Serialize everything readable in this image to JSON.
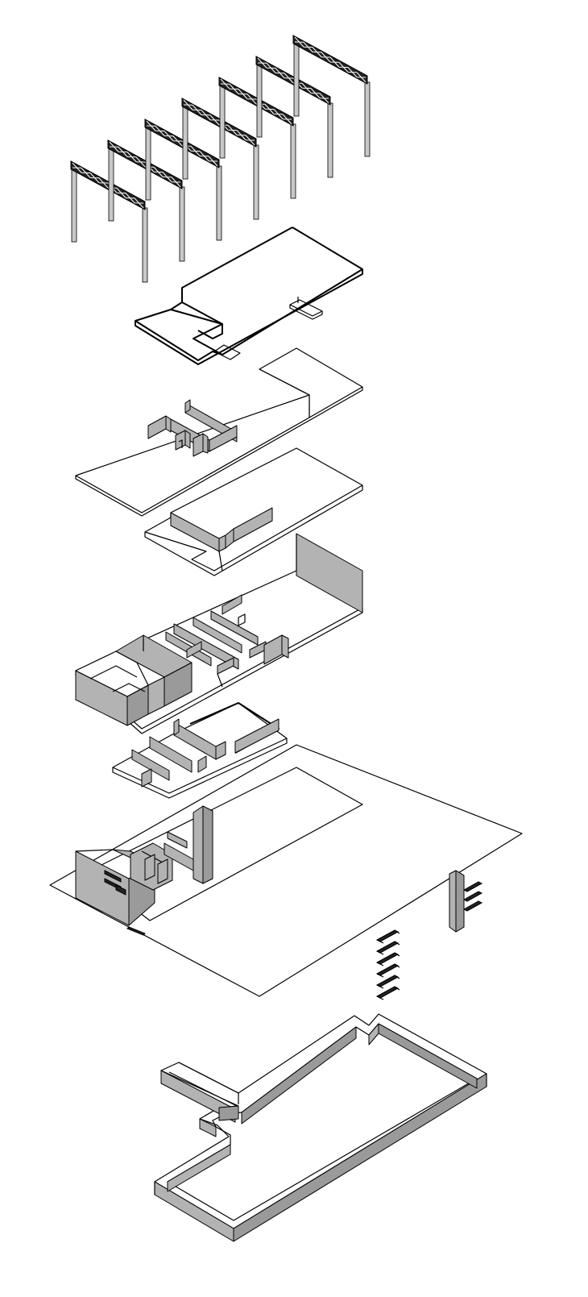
{
  "colors": {
    "background": "#ffffff",
    "line": "#000000",
    "wall_fill": "#b3b3b3",
    "wall_dark": "#9a9a9a",
    "column_fill": "#c8c8c8"
  },
  "layers": [
    {
      "id": "roof-trusses",
      "icon": "truss-frames"
    },
    {
      "id": "roof-slab",
      "icon": "outline-slab"
    },
    {
      "id": "upper-floor",
      "icon": "slab-with-walls"
    },
    {
      "id": "mezzanine",
      "icon": "slab-with-walls"
    },
    {
      "id": "main-floor",
      "icon": "slab-with-walls"
    },
    {
      "id": "intermediate-floor",
      "icon": "slab-with-walls"
    },
    {
      "id": "ground-floor",
      "icon": "site-slab"
    },
    {
      "id": "stairs",
      "icon": "stair-flights"
    },
    {
      "id": "foundation",
      "icon": "foundation-walls"
    }
  ]
}
